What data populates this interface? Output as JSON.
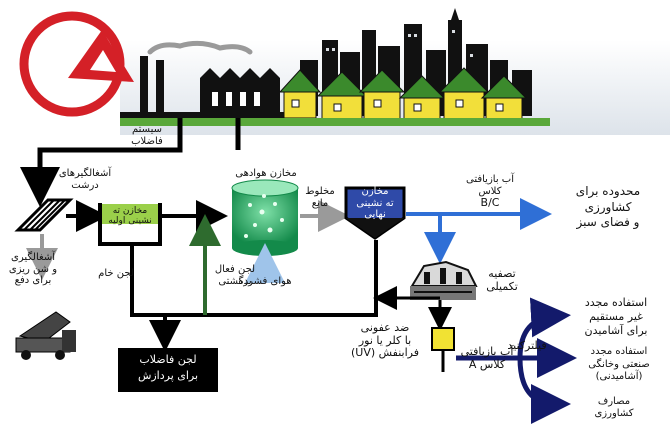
{
  "labels": {
    "sewer_system": [
      "سیستم",
      "فاضلاب"
    ],
    "coarse_screens": [
      "آشغالگیرهای",
      "درشت"
    ],
    "grit_removal": [
      "آشغالگیری",
      "و شن ریزی",
      "برای دفع"
    ],
    "primary_settling": [
      "مخازن ته",
      "نشینی اولیه"
    ],
    "aeration_tank": "مخازن هوادهی",
    "mixed_liquor": [
      "مخلوط",
      "مایع"
    ],
    "final_settling": [
      "مخازن",
      "ته نشینی",
      "نهایی"
    ],
    "compressed_air": "هوای فشرده",
    "raw_sludge": "لجن خام",
    "return_sludge": [
      "لجن فعال",
      "برگشتی"
    ],
    "sludge_treatment": [
      "لجن فاضلاب",
      "برای پردازش"
    ],
    "reclaimed_bc": [
      "آب بازیافتی",
      "کلاس",
      "B/C"
    ],
    "limited_use": [
      "محدوده  برای",
      "کشاورزی",
      "و فضای سبز"
    ],
    "tertiary": [
      "تصفیه",
      "تکمیلی"
    ],
    "disinfection": [
      "ضد عفونی",
      "با کلر یا نور",
      "فرابنفش (UV)"
    ],
    "filtration": "فیلترکنید",
    "reclaimed_a": [
      "آب بازیافتی",
      "کلاس A"
    ],
    "direct_potable": [
      "استفاده مجدد",
      "غیر مستقیم",
      "برای آشامیدن"
    ],
    "industrial": [
      "استفاده مجدد",
      "صنعتی وخانگی",
      "(آشامیدنی)"
    ],
    "agriculture": [
      "مصارف",
      "کشاورزی"
    ]
  },
  "colors": {
    "logo_red": "#d42027",
    "pipe": "#000000",
    "blue_flow": "#2f6fd6",
    "navy_flow": "#131a6b",
    "green_flow": "#2e6b2e",
    "gray_flow": "#9a9a9a",
    "primary_tank_fill": "#9bd04a",
    "aeration_fill": "#1aa860",
    "final_tank_fill": "#2f4aa8",
    "house_wall": "#f2df3a",
    "house_roof": "#3b8a2c",
    "disinfect_fill": "#f1e233"
  },
  "icons": [
    "logo-icon",
    "factory-icon",
    "city-skyline-icon",
    "house-icon",
    "bar-screen-icon",
    "dump-truck-icon",
    "treatment-plant-icon",
    "disinfection-unit-icon"
  ]
}
